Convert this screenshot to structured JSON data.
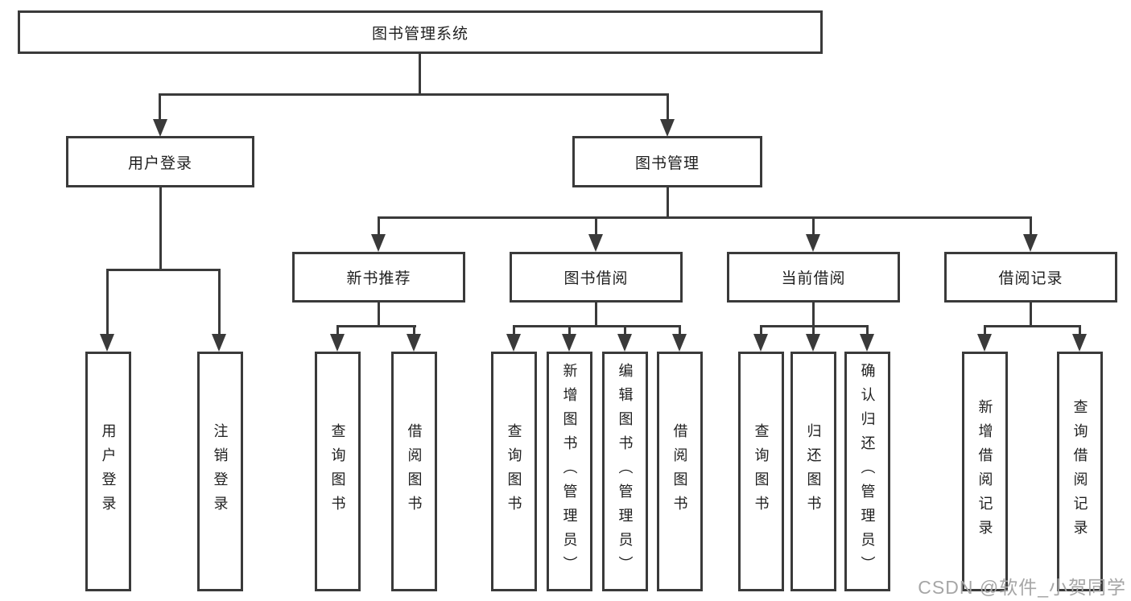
{
  "diagram_title": "图书管理系统",
  "nodes": {
    "root": "图书管理系统",
    "user_login": "用户登录",
    "book_mgmt": "图书管理",
    "new_book_rec": "新书推荐",
    "book_borrow": "图书借阅",
    "current_borrow": "当前借阅",
    "borrow_records": "借阅记录",
    "leaf_user_login": "用户登录",
    "leaf_logout": "注销登录",
    "leaf_nb_search": "查询图书",
    "leaf_nb_borrow": "借阅图书",
    "leaf_bb_search": "查询图书",
    "leaf_bb_add": "新增图书（管理员）",
    "leaf_bb_edit": "编辑图书（管理员）",
    "leaf_bb_borrow": "借阅图书",
    "leaf_cb_search": "查询图书",
    "leaf_cb_return": "归还图书",
    "leaf_cb_confirm": "确认归还（管理员）",
    "leaf_br_add": "新增借阅记录",
    "leaf_br_search": "查询借阅记录"
  },
  "watermark": "CSDN @软件_小贺同学",
  "colors": {
    "line": "#3a3a3a",
    "text": "#1f1f1f",
    "watermark": "#a6a6a6",
    "background": "#ffffff"
  }
}
